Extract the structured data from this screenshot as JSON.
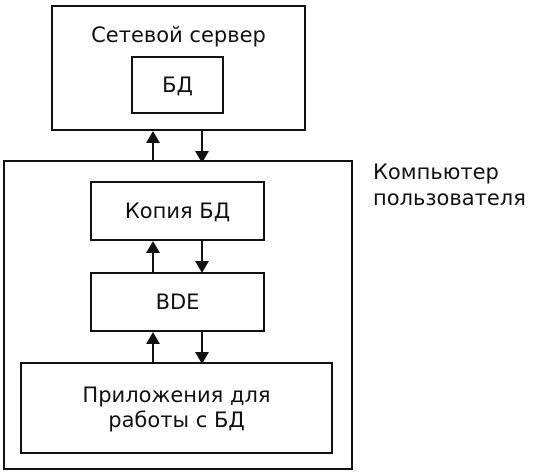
{
  "diagram": {
    "network_server": {
      "title": "Сетевой сервер",
      "db_box": "БД"
    },
    "user_computer": {
      "label_line1": "Компьютер",
      "label_line2": "пользователя",
      "db_copy": "Копия БД",
      "bde": "BDE",
      "apps_line1": "Приложения для",
      "apps_line2": "работы с БД"
    }
  }
}
